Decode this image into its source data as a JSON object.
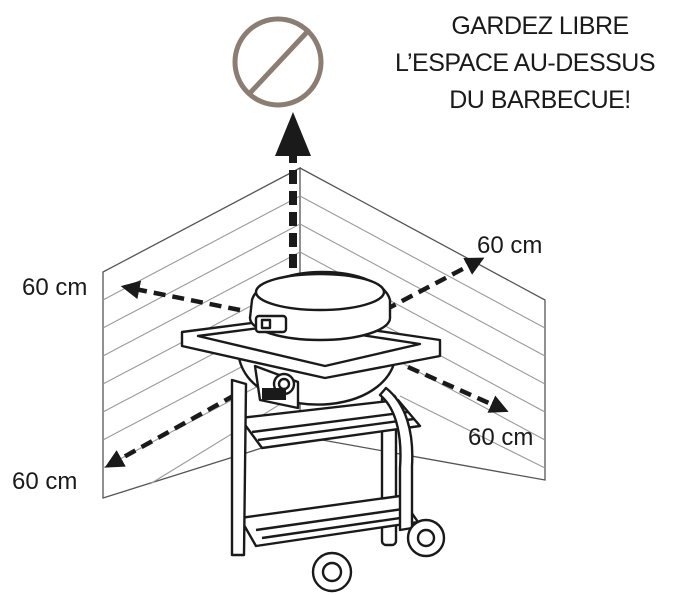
{
  "heading": {
    "lines": [
      "GARDEZ LIBRE",
      "L’ESPACE AU-DESSUS",
      "DU BARBECUE!"
    ]
  },
  "clearances": {
    "back_left": "60 cm",
    "back_right": "60 cm",
    "front_left": "60 cm",
    "front_right": "60 cm"
  },
  "colors": {
    "ink": "#1a1a1a",
    "wall_lines": "#9a9a9a",
    "prohibition_sign": "#8c7d72"
  },
  "icons": {
    "prohibition": "no-object-sign-icon",
    "arrows": "dashed-arrow-icon"
  }
}
